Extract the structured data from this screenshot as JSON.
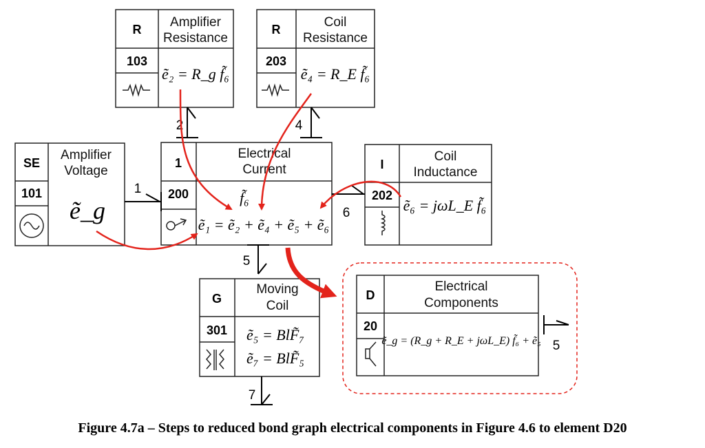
{
  "elements": {
    "r103": {
      "type": "R",
      "number": "103",
      "label": [
        "Amplifier",
        "Resistance"
      ],
      "equation": "ẽ₂ = R_g f̃₆"
    },
    "r203": {
      "type": "R",
      "number": "203",
      "label": [
        "Coil",
        "Resistance"
      ],
      "equation": "ẽ₄ = R_E f̃₆"
    },
    "se101": {
      "type": "SE",
      "number": "101",
      "label": [
        "Amplifier",
        "Voltage"
      ],
      "equation": "ẽ_g"
    },
    "j200": {
      "type": "1",
      "number": "200",
      "label": [
        "Electrical",
        "Current"
      ],
      "flow": "f̃₆",
      "equation": "ẽ₁ = ẽ₂ + ẽ₄ + ẽ₅ + ẽ₆"
    },
    "i202": {
      "type": "I",
      "number": "202",
      "label": [
        "Coil",
        "Inductance"
      ],
      "equation": "ẽ₆ = jωL_E f̃₆"
    },
    "g301": {
      "type": "G",
      "number": "301",
      "label": [
        "Moving",
        "Coil"
      ],
      "equations": [
        "ẽ₅ = BlF̃₇",
        "ẽ₇ = BlF̃₅"
      ]
    },
    "d20": {
      "type": "D",
      "number": "20",
      "label": [
        "Electrical",
        "Components"
      ],
      "equation": "ẽ_g = (R_g + R_E + jωL_E) f̃₆ + ẽ₅"
    }
  },
  "bonds": [
    "1",
    "2",
    "4",
    "5",
    "6",
    "7",
    "5"
  ],
  "caption": "Figure 4.7a – Steps to reduced bond graph electrical components in Figure 4.6 to element D20",
  "colors": {
    "arrow": "#e3231b",
    "outline": "#222222",
    "dashed": "#e3231b"
  }
}
